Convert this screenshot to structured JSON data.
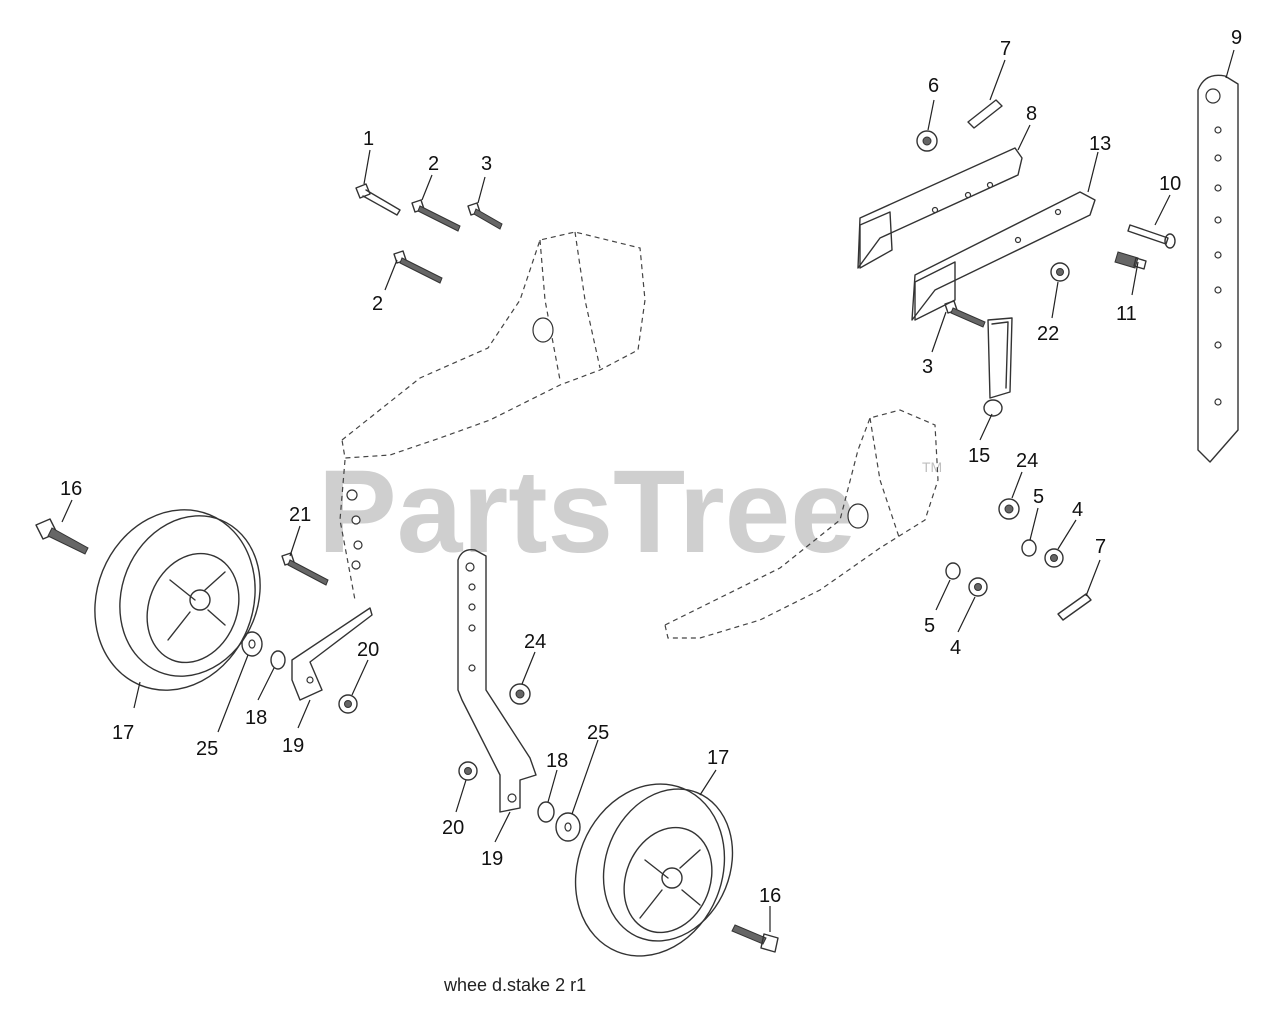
{
  "watermark": {
    "text": "PartsTree",
    "mark": "TM"
  },
  "diagram_code": "whee d.stake 2 r1",
  "callouts": {
    "c1": "1",
    "c2a": "2",
    "c3a": "3",
    "c2b": "2",
    "c6": "6",
    "c7a": "7",
    "c8": "8",
    "c9": "9",
    "c13": "13",
    "c10": "10",
    "c11": "11",
    "c22": "22",
    "c3b": "3",
    "c15": "15",
    "c24a": "24",
    "c5a": "5",
    "c4a": "4",
    "c7b": "7",
    "c5b": "5",
    "c4b": "4",
    "c16a": "16",
    "c21": "21",
    "c20a": "20",
    "c17a": "17",
    "c25a": "25",
    "c18a": "18",
    "c19a": "19",
    "c24b": "24",
    "c25b": "25",
    "c18b": "18",
    "c17b": "17",
    "c20b": "20",
    "c19b": "19",
    "c16b": "16"
  }
}
